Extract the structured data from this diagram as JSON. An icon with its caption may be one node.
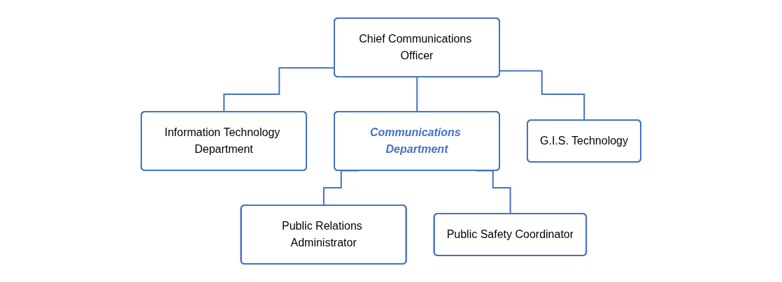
{
  "diagram": {
    "nodes": [
      {
        "text": [
          "Chief Communications Officer"
        ]
      },
      {
        "text": [
          "Information Technology Department"
        ]
      },
      {
        "text": [
          "Communications Department"
        ]
      },
      {
        "text": [
          "G.I.S. Technology"
        ]
      },
      {
        "text": [
          "Public Relations Administrator"
        ]
      },
      {
        "text": [
          "Public Safety Coordinator"
        ]
      }
    ],
    "edges": [
      {
        "from": 0,
        "to": 1,
        "arrow": "none"
      },
      {
        "from": 0,
        "to": 2,
        "arrow": "none"
      },
      {
        "from": 0,
        "to": 3,
        "arrow": "none"
      },
      {
        "from": 2,
        "to": 4,
        "arrow": "none"
      },
      {
        "from": 2,
        "to": 5,
        "arrow": "none"
      }
    ]
  }
}
